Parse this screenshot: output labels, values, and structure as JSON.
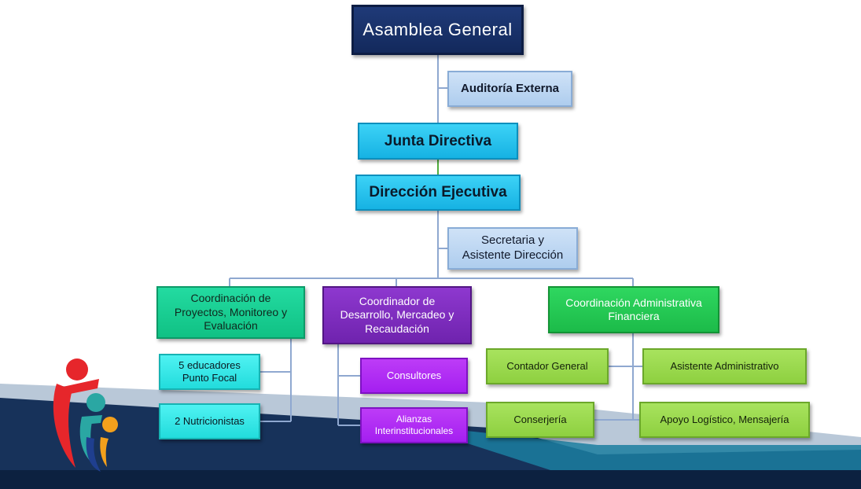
{
  "org_chart": {
    "asamblea": "Asamblea General",
    "auditoria": "Auditoría Externa",
    "junta": "Junta Directiva",
    "direccion": "Dirección Ejecutiva",
    "secretaria": "Secretaria y\nAsistente Dirección",
    "coord_proyectos": "Coordinación de\nProyectos, Monitoreo y\nEvaluación",
    "coord_desarrollo": "Coordinador de\nDesarrollo, Mercadeo y\nRecaudación",
    "coord_admin": "Coordinación Administrativa\nFinanciera",
    "educadores": "5 educadores\nPunto Focal",
    "nutricionistas": "2 Nutricionistas",
    "consultores": "Consultores",
    "alianzas": "Alianzas\nInterinstitucionales",
    "contador": "Contador General",
    "asistente_admin": "Asistente  Administrativo",
    "conserjeria": "Conserjería",
    "apoyo": "Apoyo Logístico, Mensajería"
  },
  "colors": {
    "navy": "#13295c",
    "cyan": "#16b2e3",
    "pale_blue": "#aecdee",
    "teal": "#10c184",
    "purple": "#6f23ae",
    "green": "#1cbb49",
    "aqua": "#22dcdc",
    "magenta": "#a41ff0",
    "lime": "#8ed040",
    "footer_dark": "#0c2140"
  }
}
